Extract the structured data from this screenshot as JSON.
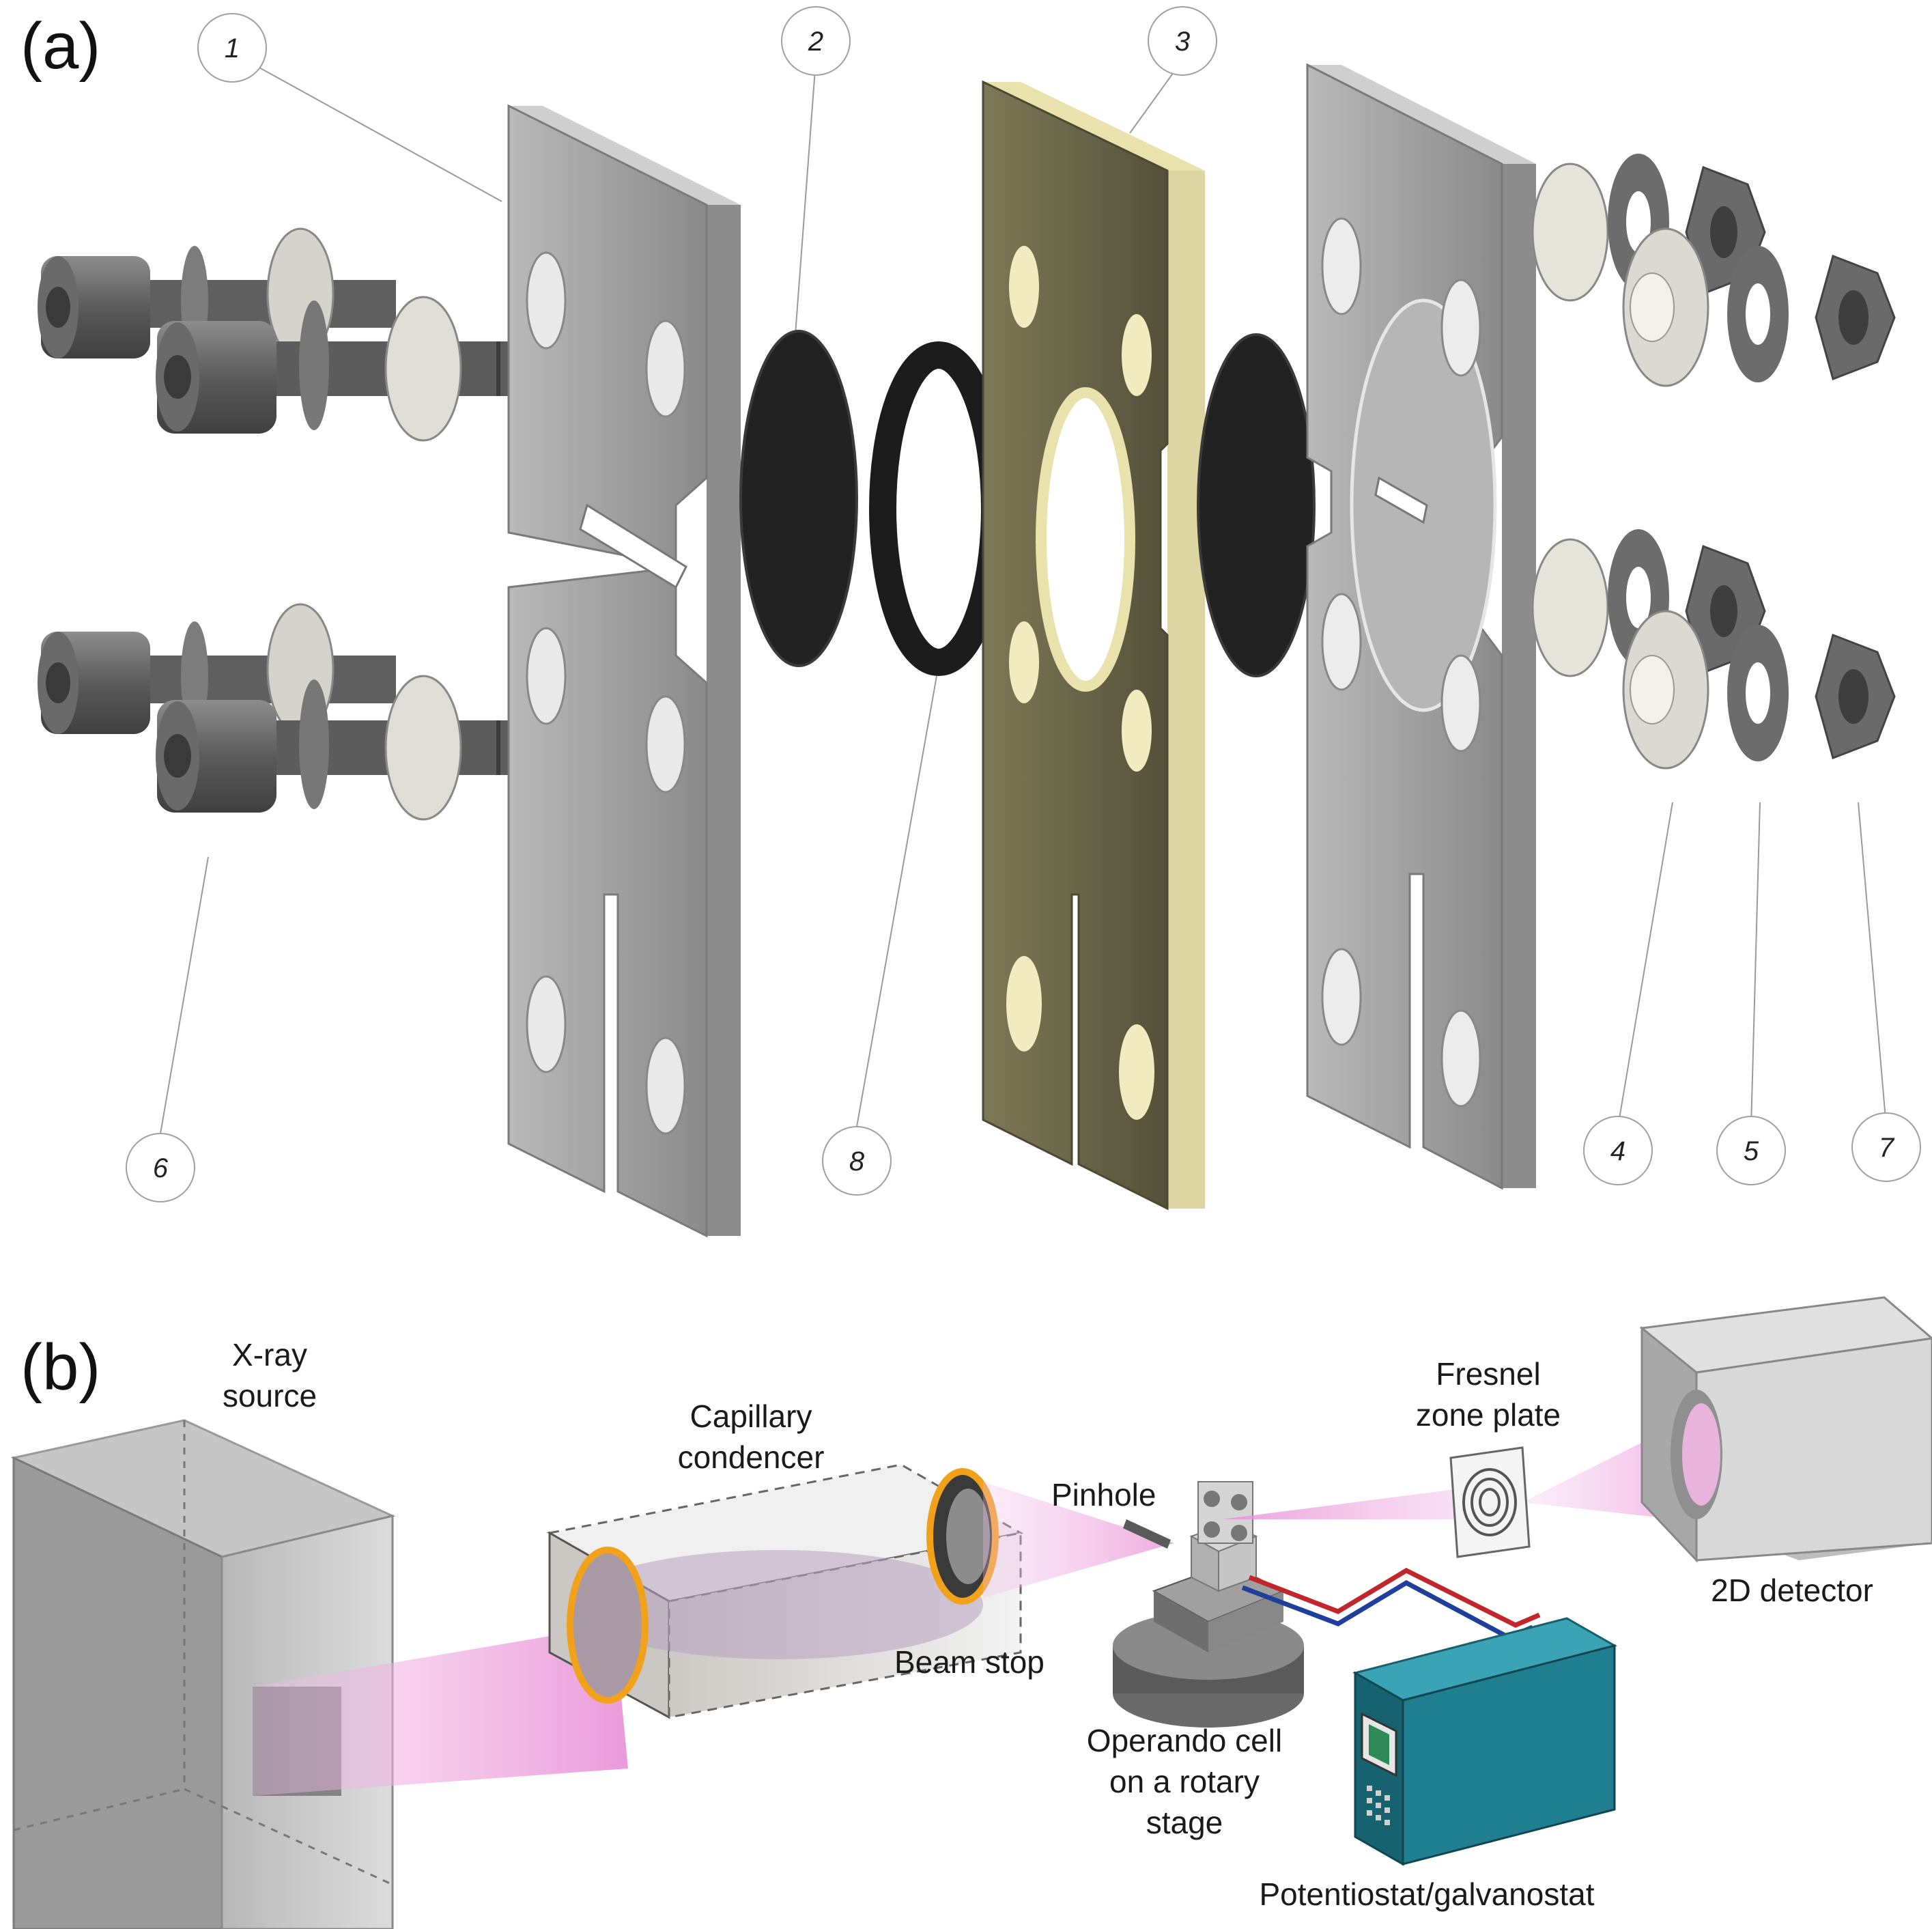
{
  "panels": {
    "a": {
      "label": "(a)"
    },
    "b": {
      "label": "(b)"
    }
  },
  "callouts": [
    "1",
    "2",
    "3",
    "4",
    "5",
    "6",
    "7",
    "8"
  ],
  "labels": {
    "xray_source": [
      "X-ray",
      "source"
    ],
    "capillary_condencer": [
      "Capillary",
      "condencer"
    ],
    "pinhole": "Pinhole",
    "beam_stop": "Beam stop",
    "fresnel_zone_plate": [
      "Fresnel",
      "zone plate"
    ],
    "detector": "2D detector",
    "operando_cell": [
      "Operando cell",
      "on a rotary",
      "stage"
    ],
    "potentiostat": "Potentiostat/galvanostat"
  },
  "colors": {
    "steel": "#a6a6a6",
    "steel_dark": "#6f6f6f",
    "insulator": "#6b6748",
    "insulator_edge": "#ece6b4",
    "rubber": "#1e1e1e",
    "beam": "#e88fd6",
    "condencer_ring": "#f2a11b",
    "potentiostat": "#1f7f91",
    "wire_red": "#c0262b",
    "wire_blue": "#1f3f9b"
  }
}
